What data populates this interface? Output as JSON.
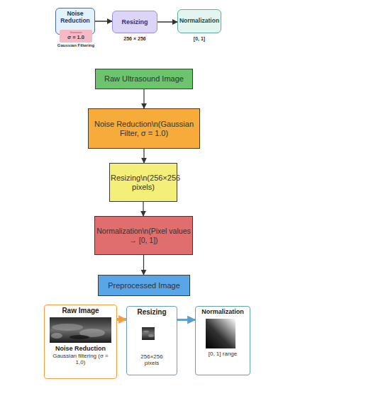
{
  "diagram": {
    "nodes": [
      {
        "text": [
          "Noise Reduction"
        ]
      },
      {
        "text": [
          "Gaussian",
          "σ = 1.0"
        ]
      },
      {
        "text": [
          "Resizing"
        ]
      },
      {
        "text": [
          "Normalization"
        ]
      },
      {
        "text": [
          "Raw Ultrasound Image"
        ]
      },
      {
        "text": [
          "Noise Reduction\\n(Gaussian Filter, σ = 1.0)"
        ]
      },
      {
        "text": [
          "Resizing\\n(256×256 pixels)"
        ]
      },
      {
        "text": [
          "Normalization\\n(Pixel values → [0, 1])"
        ]
      },
      {
        "text": [
          "Preprocessed Image"
        ]
      },
      {
        "text": [
          "Raw Image",
          "Noise Reduction",
          "Gaussian filtering (σ = 1,0)"
        ]
      },
      {
        "text": [
          "Resizing",
          "256×256 pixels"
        ]
      },
      {
        "text": [
          "Normalization",
          "[0, 1] range"
        ]
      }
    ],
    "edges": [
      {
        "from": 0,
        "to": 2,
        "arrow": "to"
      },
      {
        "from": 2,
        "to": 3,
        "arrow": "to"
      },
      {
        "from": 4,
        "to": 5,
        "arrow": "to"
      },
      {
        "from": 5,
        "to": 6,
        "arrow": "to"
      },
      {
        "from": 6,
        "to": 7,
        "arrow": "to"
      },
      {
        "from": 7,
        "to": 8,
        "arrow": "to"
      },
      {
        "from": 9,
        "to": 10,
        "arrow": "to"
      },
      {
        "from": 10,
        "to": 11,
        "arrow": "to"
      }
    ],
    "labels": [
      "Gaussian Filtering",
      "256 × 256",
      "[0, 1]"
    ]
  }
}
